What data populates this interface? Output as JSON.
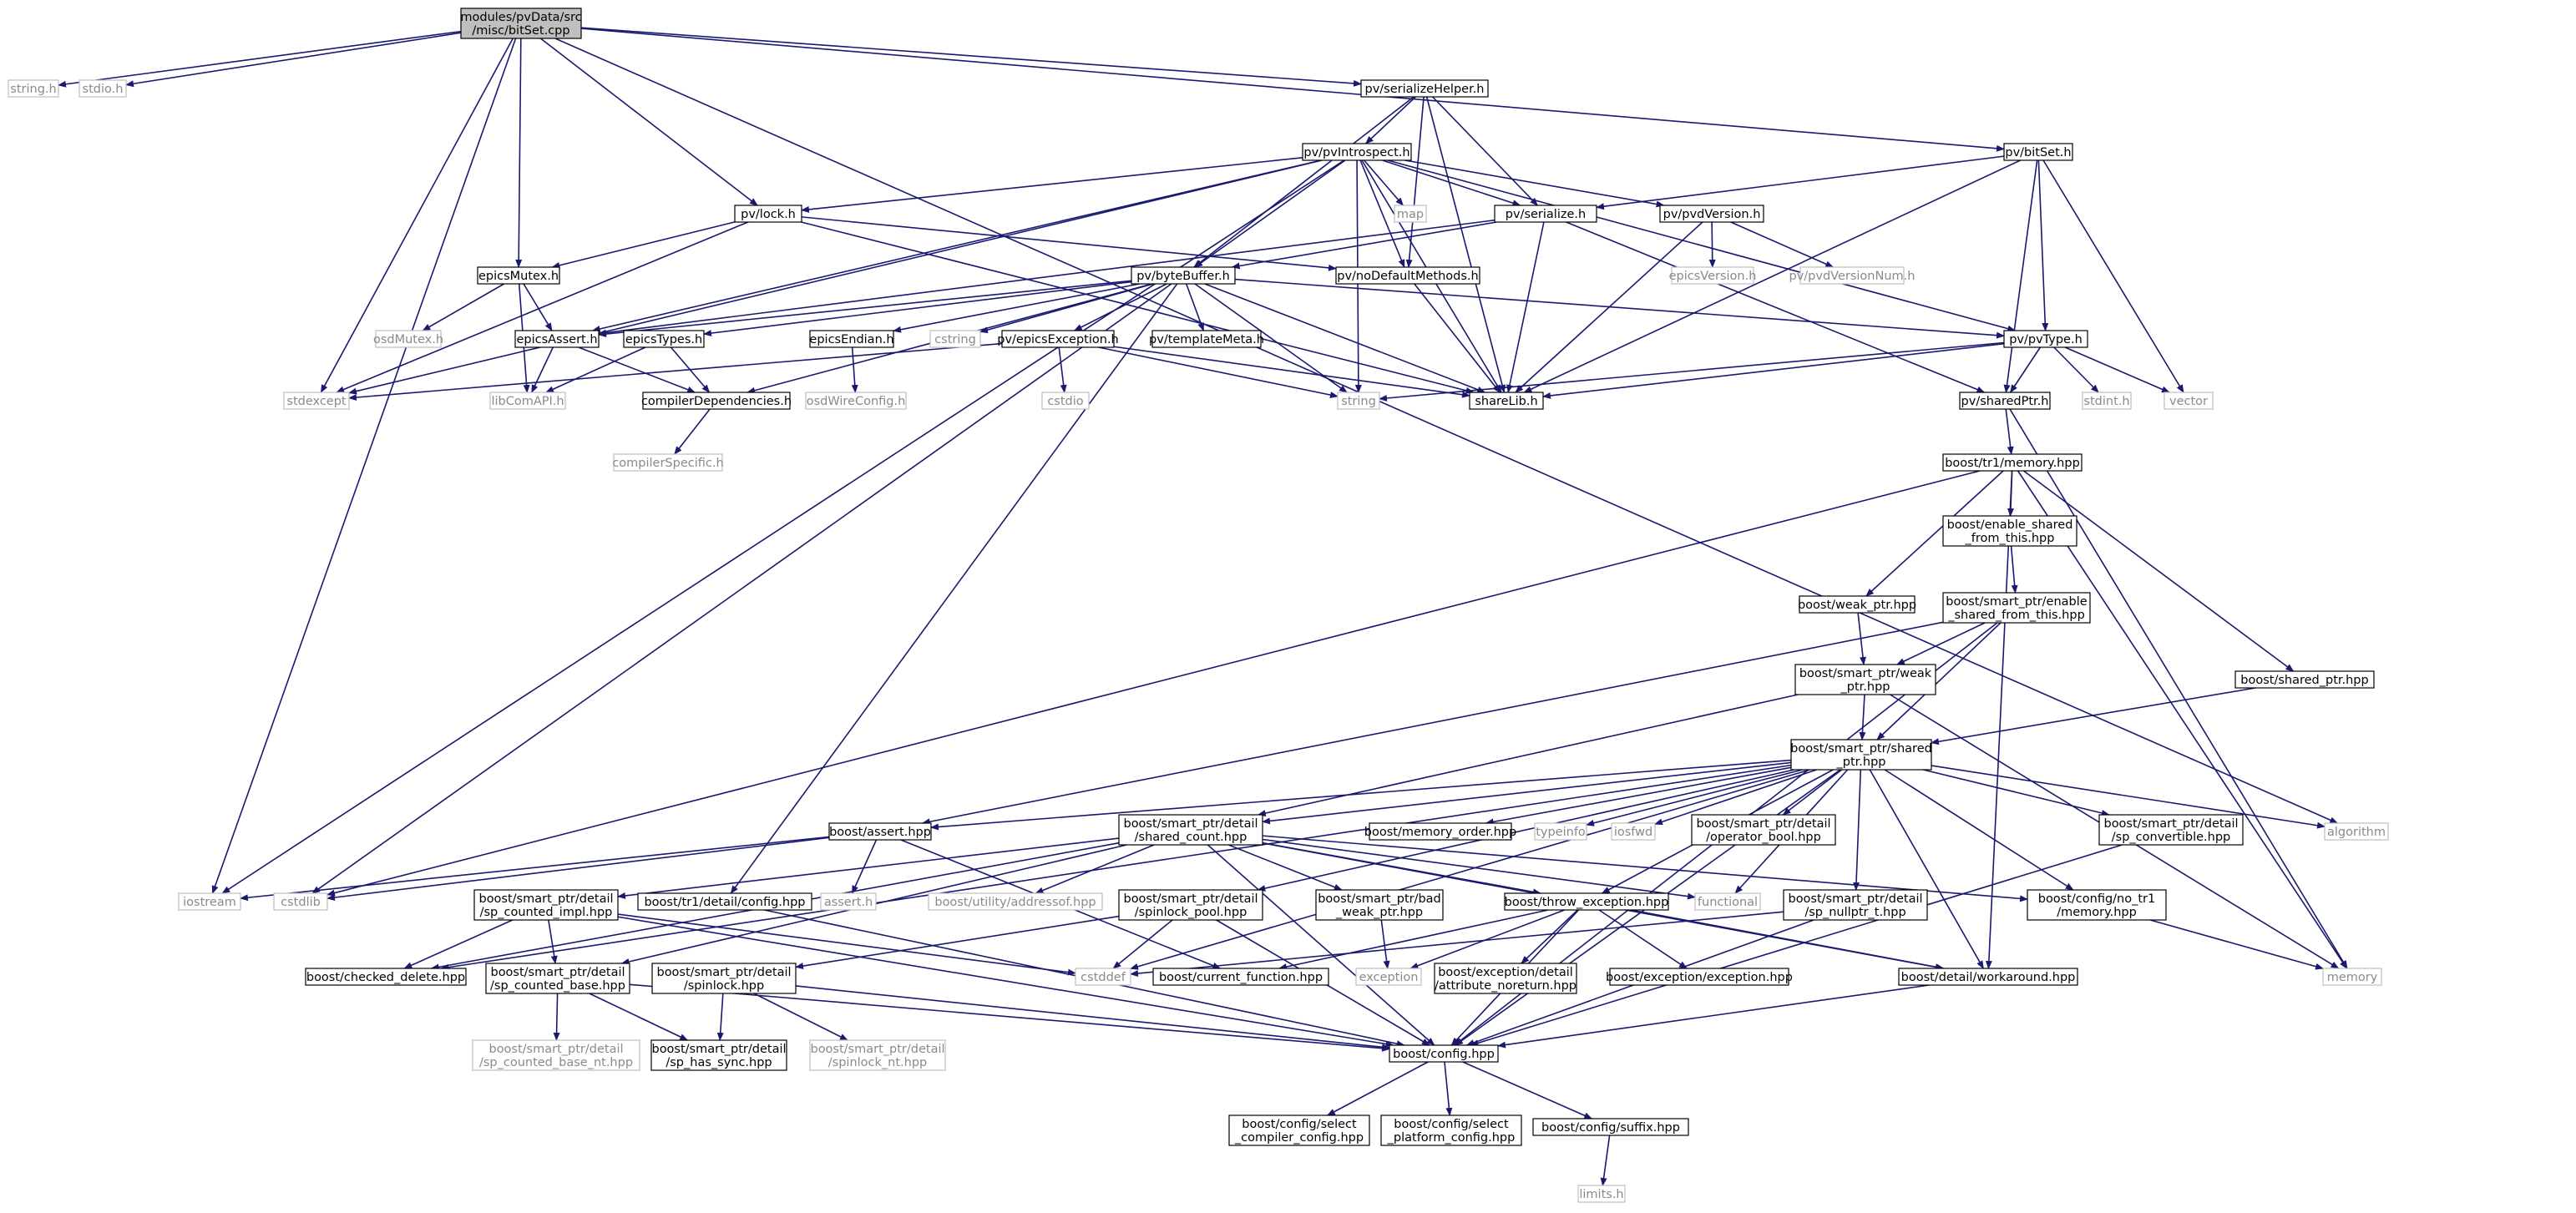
{
  "colors": {
    "edge": "#191970",
    "node_border": "#000000",
    "system_border": "#bfbfbf",
    "root_fill": "#bfbfbf",
    "text": "#000000",
    "system_text": "#8a8a8a"
  },
  "nodes": [
    {
      "id": "root",
      "kind": "root",
      "lines": [
        "modules/pvData/src",
        "/misc/bitSet.cpp"
      ]
    },
    {
      "id": "stringh",
      "kind": "system",
      "lines": [
        "string.h"
      ]
    },
    {
      "id": "stdioh",
      "kind": "system",
      "lines": [
        "stdio.h"
      ]
    },
    {
      "id": "serializeHelper",
      "kind": "normal",
      "lines": [
        "pv/serializeHelper.h"
      ]
    },
    {
      "id": "pvIntrospect",
      "kind": "normal",
      "lines": [
        "pv/pvIntrospect.h"
      ]
    },
    {
      "id": "pvbitSet",
      "kind": "normal",
      "lines": [
        "pv/bitSet.h"
      ]
    },
    {
      "id": "map",
      "kind": "system",
      "lines": [
        "map"
      ]
    },
    {
      "id": "lockh",
      "kind": "normal",
      "lines": [
        "pv/lock.h"
      ]
    },
    {
      "id": "serialize",
      "kind": "normal",
      "lines": [
        "pv/serialize.h"
      ]
    },
    {
      "id": "pvdVersion",
      "kind": "normal",
      "lines": [
        "pv/pvdVersion.h"
      ]
    },
    {
      "id": "epicsMutex",
      "kind": "normal",
      "lines": [
        "epicsMutex.h"
      ]
    },
    {
      "id": "byteBuffer",
      "kind": "normal",
      "lines": [
        "pv/byteBuffer.h"
      ]
    },
    {
      "id": "noDefault",
      "kind": "normal",
      "lines": [
        "pv/noDefaultMethods.h"
      ]
    },
    {
      "id": "epicsVersion",
      "kind": "system",
      "lines": [
        "epicsVersion.h"
      ]
    },
    {
      "id": "pvdVersionNum",
      "kind": "system",
      "lines": [
        "pv/pvdVersionNum.h"
      ]
    },
    {
      "id": "osdMutex",
      "kind": "system",
      "lines": [
        "osdMutex.h"
      ]
    },
    {
      "id": "epicsAssert",
      "kind": "normal",
      "lines": [
        "epicsAssert.h"
      ]
    },
    {
      "id": "epicsTypes",
      "kind": "normal",
      "lines": [
        "epicsTypes.h"
      ]
    },
    {
      "id": "epicsEndian",
      "kind": "normal",
      "lines": [
        "epicsEndian.h"
      ]
    },
    {
      "id": "cstring",
      "kind": "system",
      "lines": [
        "cstring"
      ]
    },
    {
      "id": "epicsException",
      "kind": "normal",
      "lines": [
        "pv/epicsException.h"
      ]
    },
    {
      "id": "templateMeta",
      "kind": "normal",
      "lines": [
        "pv/templateMeta.h"
      ]
    },
    {
      "id": "pvType",
      "kind": "normal",
      "lines": [
        "pv/pvType.h"
      ]
    },
    {
      "id": "stdexcept",
      "kind": "system",
      "lines": [
        "stdexcept"
      ]
    },
    {
      "id": "libComAPI",
      "kind": "system",
      "lines": [
        "libComAPI.h"
      ]
    },
    {
      "id": "compilerDep",
      "kind": "normal",
      "lines": [
        "compilerDependencies.h"
      ]
    },
    {
      "id": "osdWireConfig",
      "kind": "system",
      "lines": [
        "osdWireConfig.h"
      ]
    },
    {
      "id": "cstdio",
      "kind": "system",
      "lines": [
        "cstdio"
      ]
    },
    {
      "id": "stringS",
      "kind": "system",
      "lines": [
        "string"
      ]
    },
    {
      "id": "shareLib",
      "kind": "normal",
      "lines": [
        "shareLib.h"
      ]
    },
    {
      "id": "sharedPtr",
      "kind": "normal",
      "lines": [
        "pv/sharedPtr.h"
      ]
    },
    {
      "id": "stdint",
      "kind": "system",
      "lines": [
        "stdint.h"
      ]
    },
    {
      "id": "vector",
      "kind": "system",
      "lines": [
        "vector"
      ]
    },
    {
      "id": "compilerSpecific",
      "kind": "system",
      "lines": [
        "compilerSpecific.h"
      ]
    },
    {
      "id": "tr1memory",
      "kind": "normal",
      "lines": [
        "boost/tr1/memory.hpp"
      ]
    },
    {
      "id": "enableShared",
      "kind": "normal",
      "lines": [
        "boost/enable_shared",
        "_from_this.hpp"
      ]
    },
    {
      "id": "weakPtr",
      "kind": "normal",
      "lines": [
        "boost/weak_ptr.hpp"
      ]
    },
    {
      "id": "spEnableShared",
      "kind": "normal",
      "lines": [
        "boost/smart_ptr/enable",
        "_shared_from_this.hpp"
      ]
    },
    {
      "id": "spWeak",
      "kind": "normal",
      "lines": [
        "boost/smart_ptr/weak",
        "_ptr.hpp"
      ]
    },
    {
      "id": "sharedPtrHpp",
      "kind": "normal",
      "lines": [
        "boost/shared_ptr.hpp"
      ]
    },
    {
      "id": "spShared",
      "kind": "normal",
      "lines": [
        "boost/smart_ptr/shared",
        "_ptr.hpp"
      ]
    },
    {
      "id": "boostAssert",
      "kind": "normal",
      "lines": [
        "boost/assert.hpp"
      ]
    },
    {
      "id": "sharedCount",
      "kind": "normal",
      "lines": [
        "boost/smart_ptr/detail",
        "/shared_count.hpp"
      ]
    },
    {
      "id": "memoryOrder",
      "kind": "normal",
      "lines": [
        "boost/memory_order.hpp"
      ]
    },
    {
      "id": "typeinfo",
      "kind": "system",
      "lines": [
        "typeinfo"
      ]
    },
    {
      "id": "iosfwd",
      "kind": "system",
      "lines": [
        "iosfwd"
      ]
    },
    {
      "id": "operatorBool",
      "kind": "normal",
      "lines": [
        "boost/smart_ptr/detail",
        "/operator_bool.hpp"
      ]
    },
    {
      "id": "spConvertible",
      "kind": "normal",
      "lines": [
        "boost/smart_ptr/detail",
        "/sp_convertible.hpp"
      ]
    },
    {
      "id": "algorithm",
      "kind": "system",
      "lines": [
        "algorithm"
      ]
    },
    {
      "id": "iostream",
      "kind": "system",
      "lines": [
        "iostream"
      ]
    },
    {
      "id": "cstdlib",
      "kind": "system",
      "lines": [
        "cstdlib"
      ]
    },
    {
      "id": "assertH",
      "kind": "system",
      "lines": [
        "assert.h"
      ]
    },
    {
      "id": "addressof",
      "kind": "system",
      "lines": [
        "boost/utility/addressof.hpp"
      ]
    },
    {
      "id": "spinlockPool",
      "kind": "normal",
      "lines": [
        "boost/smart_ptr/detail",
        "/spinlock_pool.hpp"
      ]
    },
    {
      "id": "badWeak",
      "kind": "normal",
      "lines": [
        "boost/smart_ptr/bad",
        "_weak_ptr.hpp"
      ]
    },
    {
      "id": "throwExc",
      "kind": "normal",
      "lines": [
        "boost/throw_exception.hpp"
      ]
    },
    {
      "id": "functional",
      "kind": "system",
      "lines": [
        "functional"
      ]
    },
    {
      "id": "spNullptr",
      "kind": "normal",
      "lines": [
        "boost/smart_ptr/detail",
        "/sp_nullptr_t.hpp"
      ]
    },
    {
      "id": "noTr1Memory",
      "kind": "normal",
      "lines": [
        "boost/config/no_tr1",
        "/memory.hpp"
      ]
    },
    {
      "id": "spCountedImpl",
      "kind": "normal",
      "lines": [
        "boost/smart_ptr/detail",
        "/sp_counted_impl.hpp"
      ]
    },
    {
      "id": "tr1Config",
      "kind": "normal",
      "lines": [
        "boost/tr1/detail/config.hpp"
      ]
    },
    {
      "id": "checkedDelete",
      "kind": "normal",
      "lines": [
        "boost/checked_delete.hpp"
      ]
    },
    {
      "id": "spCountedBase",
      "kind": "normal",
      "lines": [
        "boost/smart_ptr/detail",
        "/sp_counted_base.hpp"
      ]
    },
    {
      "id": "spinlock",
      "kind": "normal",
      "lines": [
        "boost/smart_ptr/detail",
        "/spinlock.hpp"
      ]
    },
    {
      "id": "cstddef",
      "kind": "system",
      "lines": [
        "cstddef"
      ]
    },
    {
      "id": "currentFunction",
      "kind": "normal",
      "lines": [
        "boost/current_function.hpp"
      ]
    },
    {
      "id": "exception",
      "kind": "system",
      "lines": [
        "exception"
      ]
    },
    {
      "id": "attrNoreturn",
      "kind": "normal",
      "lines": [
        "boost/exception/detail",
        "/attribute_noreturn.hpp"
      ]
    },
    {
      "id": "exceptionHpp",
      "kind": "normal",
      "lines": [
        "boost/exception/exception.hpp"
      ]
    },
    {
      "id": "workaround",
      "kind": "normal",
      "lines": [
        "boost/detail/workaround.hpp"
      ]
    },
    {
      "id": "memory",
      "kind": "system",
      "lines": [
        "memory"
      ]
    },
    {
      "id": "spCountedBaseNt",
      "kind": "system",
      "lines": [
        "boost/smart_ptr/detail",
        "/sp_counted_base_nt.hpp"
      ]
    },
    {
      "id": "spHasSync",
      "kind": "normal",
      "lines": [
        "boost/smart_ptr/detail",
        "/sp_has_sync.hpp"
      ]
    },
    {
      "id": "spinlockNt",
      "kind": "system",
      "lines": [
        "boost/smart_ptr/detail",
        "/spinlock_nt.hpp"
      ]
    },
    {
      "id": "boostConfig",
      "kind": "normal",
      "lines": [
        "boost/config.hpp"
      ]
    },
    {
      "id": "selectCompiler",
      "kind": "normal",
      "lines": [
        "boost/config/select",
        "_compiler_config.hpp"
      ]
    },
    {
      "id": "selectPlatform",
      "kind": "normal",
      "lines": [
        "boost/config/select",
        "_platform_config.hpp"
      ]
    },
    {
      "id": "suffix",
      "kind": "normal",
      "lines": [
        "boost/config/suffix.hpp"
      ]
    },
    {
      "id": "limits",
      "kind": "system",
      "lines": [
        "limits.h"
      ]
    }
  ]
}
